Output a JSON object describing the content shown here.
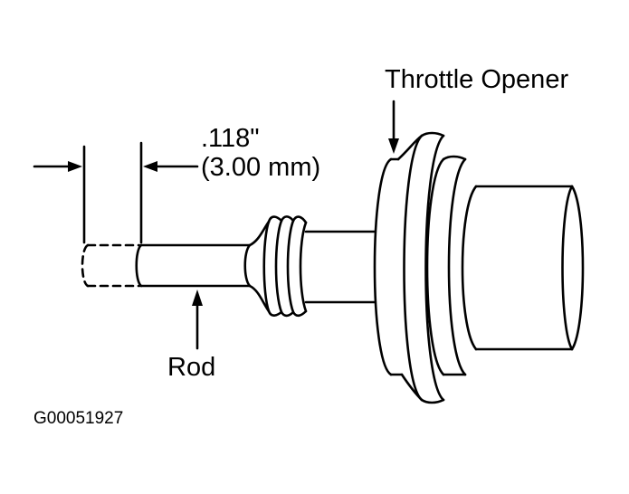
{
  "diagram": {
    "labels": {
      "throttle_opener": "Throttle Opener",
      "dimension_inches": ".118\"",
      "dimension_mm": "(3.00 mm)",
      "rod": "Rod",
      "figure_code": "G00051927"
    },
    "colors": {
      "line": "#000000",
      "background": "#ffffff"
    }
  }
}
